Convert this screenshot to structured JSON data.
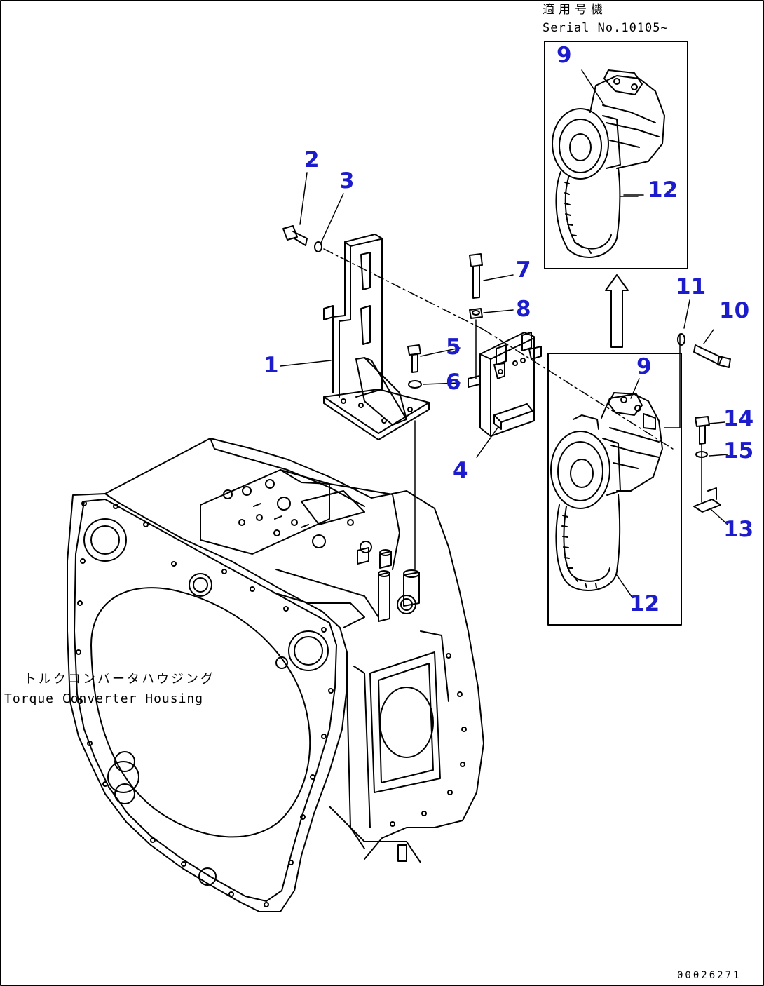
{
  "serial_note": {
    "japanese": "適用号機",
    "english": "Serial No.10105~"
  },
  "housing_label": {
    "japanese": "トルクコンバータハウジング",
    "english": "Torque Converter Housing"
  },
  "drawing_number": "00026271",
  "callouts": {
    "c1": "1",
    "c2": "2",
    "c3": "3",
    "c4": "4",
    "c5": "5",
    "c6": "6",
    "c7": "7",
    "c8": "8",
    "c9_main": "9",
    "c9_inset": "9",
    "c10": "10",
    "c11": "11",
    "c12_main": "12",
    "c12_inset": "12",
    "c13": "13",
    "c14": "14",
    "c15": "15"
  },
  "colors": {
    "callout": "#1c1ccc",
    "line": "#000000",
    "background": "#ffffff"
  }
}
